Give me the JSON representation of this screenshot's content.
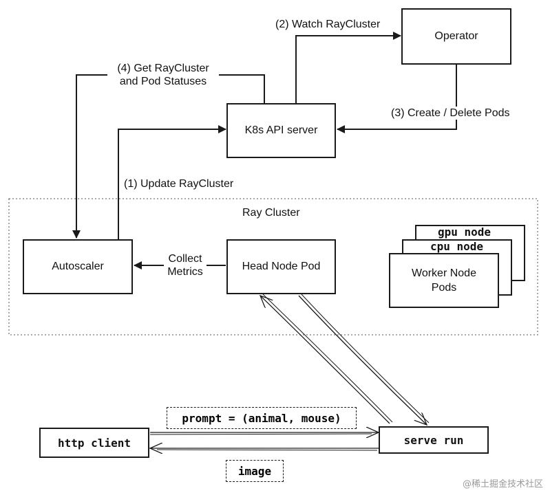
{
  "nodes": {
    "operator": "Operator",
    "k8s_api_server": "K8s API server",
    "autoscaler": "Autoscaler",
    "head_node_pod": "Head Node Pod",
    "worker_node_pods": "Worker Node Pods",
    "gpu_node": "gpu node",
    "cpu_node": "cpu node",
    "http_client": "http client",
    "serve_run": "serve run"
  },
  "group": {
    "ray_cluster": "Ray Cluster"
  },
  "edges": {
    "watch_raycluster": "(2) Watch RayCluster",
    "create_delete_pods": "(3) Create / Delete Pods",
    "get_statuses_line1": "(4) Get RayCluster",
    "get_statuses_line2": "and Pod Statuses",
    "update_raycluster": "(1) Update RayCluster",
    "collect_metrics_line1": "Collect",
    "collect_metrics_line2": "Metrics",
    "prompt": "prompt = (animal, mouse)",
    "image": "image"
  },
  "watermark": "@稀土掘金技术社区"
}
